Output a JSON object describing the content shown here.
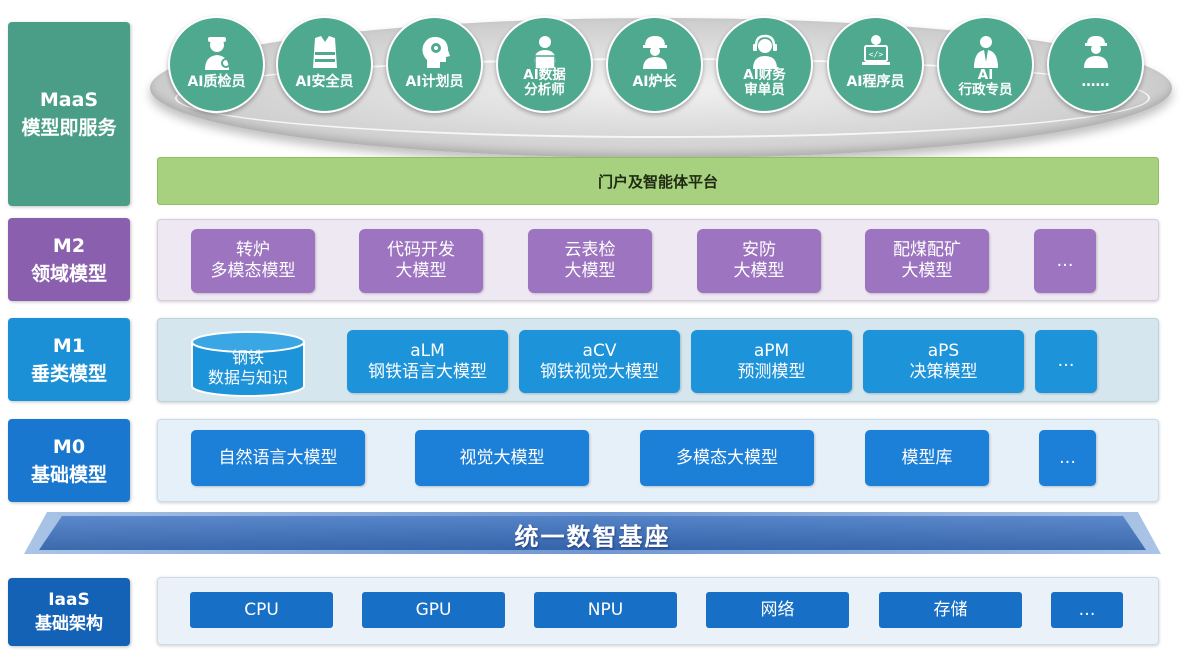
{
  "sidebar": {
    "maas": [
      "MaaS",
      "模型即服务"
    ],
    "m2": [
      "M2",
      "领域模型"
    ],
    "m1": [
      "M1",
      "垂类模型"
    ],
    "m0": [
      "M0",
      "基础模型"
    ],
    "iaas": [
      "IaaS",
      "基础架构"
    ]
  },
  "agents": [
    {
      "label": "AI质检员",
      "icon": "inspector-icon"
    },
    {
      "label": "AI安全员",
      "icon": "safety-vest-icon"
    },
    {
      "label": "AI计划员",
      "icon": "head-gear-icon"
    },
    {
      "label": "AI数据\n分析师",
      "icon": "analyst-icon"
    },
    {
      "label": "AI炉长",
      "icon": "hardhat-worker-icon"
    },
    {
      "label": "AI财务\n审单员",
      "icon": "headset-agent-icon"
    },
    {
      "label": "AI程序员",
      "icon": "programmer-icon"
    },
    {
      "label": "AI\n行政专员",
      "icon": "office-clerk-icon"
    },
    {
      "label": "……",
      "icon": "worker-icon"
    }
  ],
  "portal": "门户及智能体平台",
  "m2": [
    "转炉\n多模态模型",
    "代码开发\n大模型",
    "云表检\n大模型",
    "安防\n大模型",
    "配煤配矿\n大模型",
    "…"
  ],
  "m1": {
    "data": "钢铁\n数据与知识",
    "items": [
      "aLM\n钢铁语言大模型",
      "aCV\n钢铁视觉大模型",
      "aPM\n预测模型",
      "aPS\n决策模型",
      "…"
    ]
  },
  "m0": [
    "自然语言大模型",
    "视觉大模型",
    "多模态大模型",
    "模型库",
    "…"
  ],
  "base": "统一数智基座",
  "iaas": [
    "CPU",
    "GPU",
    "NPU",
    "网络",
    "存储",
    "…"
  ],
  "colors": {
    "maas": "#4a9e87",
    "m2": "#8a5fae",
    "m1": "#1b90d6",
    "m0": "#1977cf",
    "iaas": "#1462b6"
  }
}
